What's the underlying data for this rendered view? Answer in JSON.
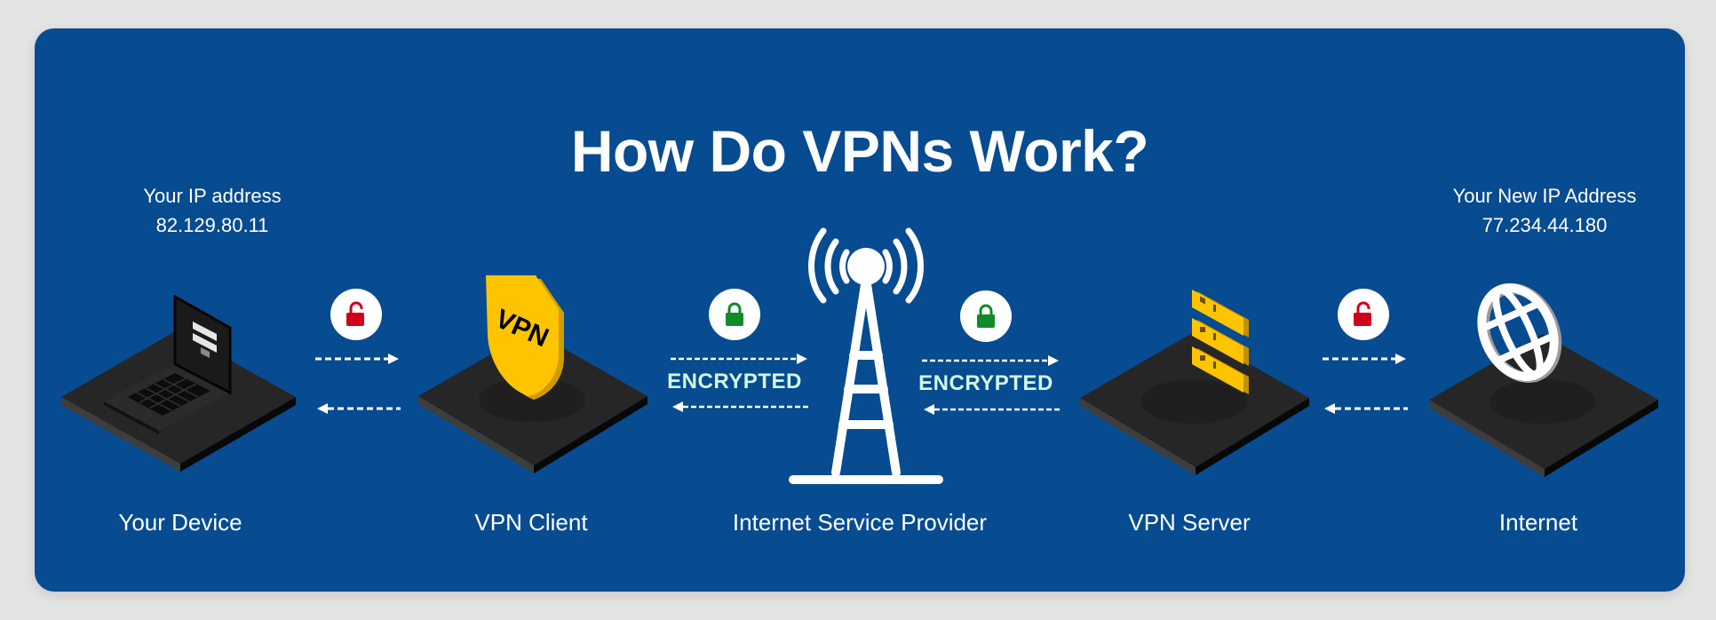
{
  "title": "How Do VPNs Work?",
  "source_ip": {
    "label": "Your IP address",
    "value": "82.129.80.11"
  },
  "new_ip": {
    "label": "Your New IP Address",
    "value": "77.234.44.180"
  },
  "nodes": [
    {
      "label": "Your Device",
      "icon": "laptop-icon"
    },
    {
      "label": "VPN Client",
      "icon": "vpn-shield-icon",
      "badge_text": "VPN"
    },
    {
      "label": "Internet Service Provider",
      "icon": "cell-tower-icon"
    },
    {
      "label": "VPN Server",
      "icon": "server-stack-icon"
    },
    {
      "label": "Internet",
      "icon": "globe-icon"
    }
  ],
  "links": [
    {
      "from": "Your Device",
      "to": "VPN Client",
      "lock": "unlocked",
      "label": ""
    },
    {
      "from": "VPN Client",
      "to": "Internet Service Provider",
      "lock": "locked",
      "label": "ENCRYPTED"
    },
    {
      "from": "Internet Service Provider",
      "to": "VPN Server",
      "lock": "locked",
      "label": "ENCRYPTED"
    },
    {
      "from": "VPN Server",
      "to": "Internet",
      "lock": "unlocked",
      "label": ""
    }
  ],
  "colors": {
    "background": "#074b91",
    "page": "#e4e4e4",
    "unlocked": "#d0021b",
    "locked": "#118a2a",
    "accent_yellow": "#ffc400",
    "encrypted_text": "#d4f7e4"
  }
}
